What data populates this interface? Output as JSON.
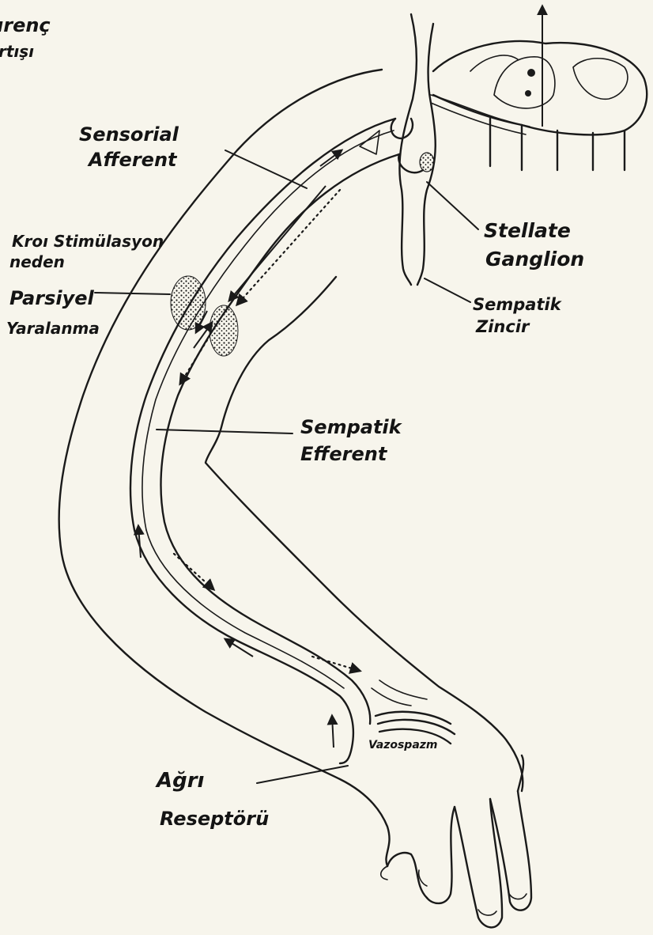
{
  "labels": {
    "top_left_line1": "ırenç",
    "top_left_line2": "rtışı",
    "sensorial_line1": "Sensorial",
    "sensorial_line2": "Afferent",
    "kronik_line1": "Kroı Stimülasyon",
    "kronik_line2": "neden",
    "parsiyel_line1": "Parsiyel",
    "parsiyel_line2": "Yaralanma",
    "stellate_line1": "Stellate",
    "stellate_line2": "Ganglion",
    "sempatik_zincir_line1": "Sempatik",
    "sempatik_zincir_line2": "Zincir",
    "sempatik_efferent_line1": "Sempatik",
    "sempatik_efferent_line2": "Efferent",
    "vazospazm": "Vazospazm",
    "agri_line1": "Ağrı",
    "agri_line2": "Reseptörü"
  }
}
